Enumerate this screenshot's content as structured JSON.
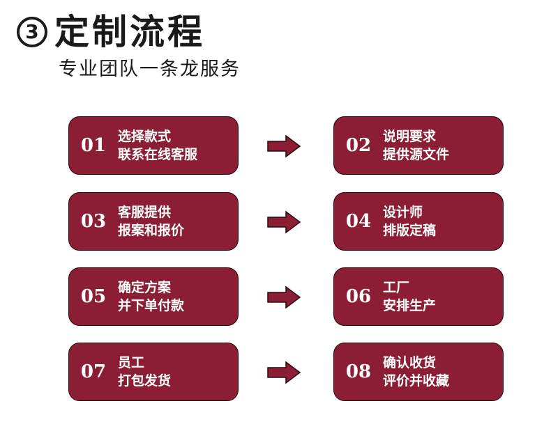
{
  "header": {
    "step_number": "3",
    "title": "定制流程",
    "subtitle": "专业团队一条龙服务"
  },
  "colors": {
    "box_fill": "#8b1e34",
    "box_border": "#2b0a10",
    "text_dark": "#1a1a1a"
  },
  "steps": [
    {
      "num": "01",
      "line1": "选择款式",
      "line2": "联系在线客服"
    },
    {
      "num": "02",
      "line1": "说明要求",
      "line2": "提供源文件"
    },
    {
      "num": "03",
      "line1": "客服提供",
      "line2": "报案和报价"
    },
    {
      "num": "04",
      "line1": "设计师",
      "line2": "排版定稿"
    },
    {
      "num": "05",
      "line1": "确定方案",
      "line2": "并下单付款"
    },
    {
      "num": "06",
      "line1": "工厂",
      "line2": "安排生产"
    },
    {
      "num": "07",
      "line1": "员工",
      "line2": "打包发货"
    },
    {
      "num": "08",
      "line1": "确认收货",
      "line2": "评价并收藏"
    }
  ],
  "arrow_icon": "right-arrow-icon"
}
